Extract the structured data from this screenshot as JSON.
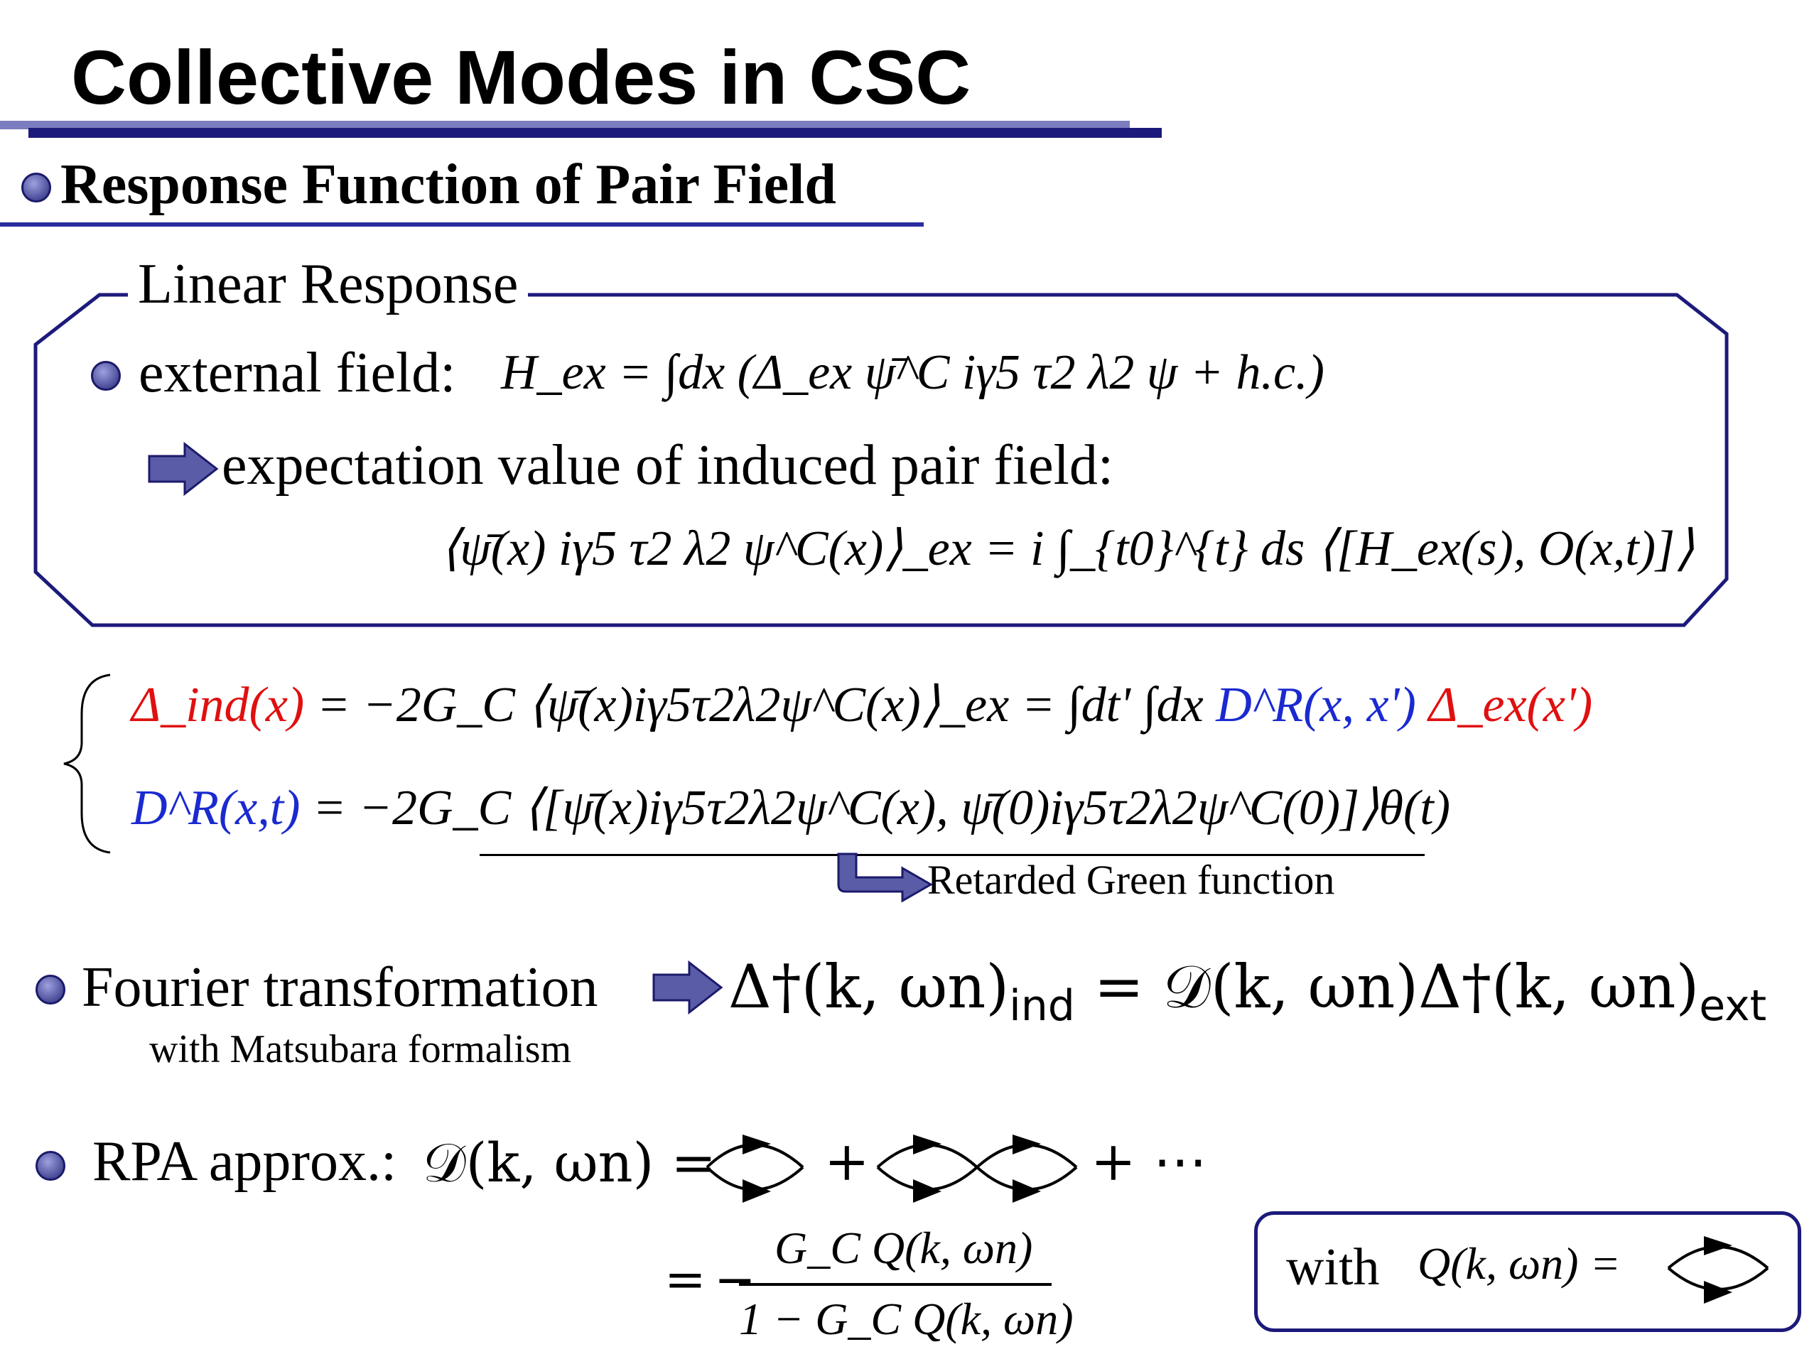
{
  "title": "Collective Modes in CSC",
  "section": "Response Function of Pair Field",
  "linear_response": {
    "label": "Linear Response",
    "external_field_label": "external field:",
    "external_field_formula": "H_ex = ∫dx (Δ_ex ψ̄^C iγ5 τ2 λ2 ψ + h.c.)",
    "expectation_label": "expectation value of induced pair field:",
    "expectation_formula": "⟨ψ̄(x) iγ5 τ2 λ2 ψ^C(x)⟩_ex = i ∫_{t0}^{t} ds ⟨[H_ex(s), O(x,t)]⟩"
  },
  "response_eqs": {
    "eq1_lhs": "Δ_ind(x)",
    "eq1_mid": "= −2G_C ⟨ψ̄(x)iγ5τ2λ2ψ^C(x)⟩_ex = ∫dt' ∫dx",
    "eq1_D": "D^R(x, x')",
    "eq1_rhs": "Δ_ex(x')",
    "eq2_lhs": "D^R(x,t)",
    "eq2_rhs": "= −2G_C ⟨[ψ̄(x)iγ5τ2λ2ψ^C(x), ψ̄(0)iγ5τ2λ2ψ^C(0)]⟩θ(t)",
    "retarded_label": "Retarded Green function"
  },
  "fourier": {
    "label": "Fourier transformation",
    "sublabel": "with Matsubara formalism",
    "formula_lhs": "Δ†(k, ωn)",
    "sub_ind": "ind",
    "formula_mid": " = 𝒟(k, ωn)Δ†(k, ωn)",
    "sub_ext": "ext"
  },
  "rpa": {
    "label": "RPA approx.:",
    "formula_lhs": "𝒟(k, ωn) =",
    "plus1": "+",
    "plus2": "+ ⋯",
    "result_eq": "=",
    "minus": "−",
    "numerator": "G_C Q(k, ωn)",
    "denominator": "1 − G_C Q(k, ωn)",
    "with_label": "with",
    "with_formula": "Q(k, ωn) ="
  },
  "colors": {
    "accent_dark": "#1c1a7a",
    "accent_light": "#7b7dbf",
    "red": "#e01010",
    "blue": "#1a2ad0",
    "arrow": "#5a5ca8"
  }
}
